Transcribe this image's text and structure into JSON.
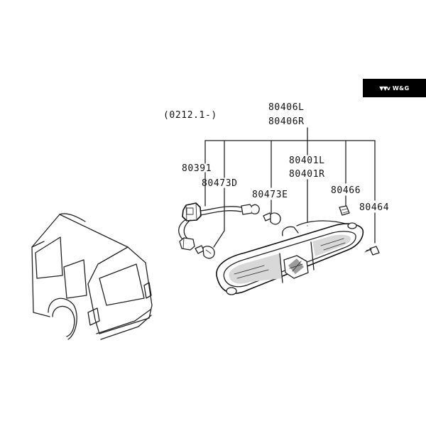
{
  "logo": {
    "mark": "▼▼v",
    "text": "W&G",
    "background_color": "#000000",
    "text_color": "#ffffff"
  },
  "diagram": {
    "date_code": "(0212.1-)",
    "labels": {
      "assembly_left": "80406L",
      "assembly_right": "80406R",
      "socket_harness": "80391",
      "bulb_d": "80473D",
      "bulb_e": "80473E",
      "lens_left": "80401L",
      "lens_right": "80401R",
      "clip": "80466",
      "screw": "80464"
    },
    "line_color": "#222222"
  }
}
